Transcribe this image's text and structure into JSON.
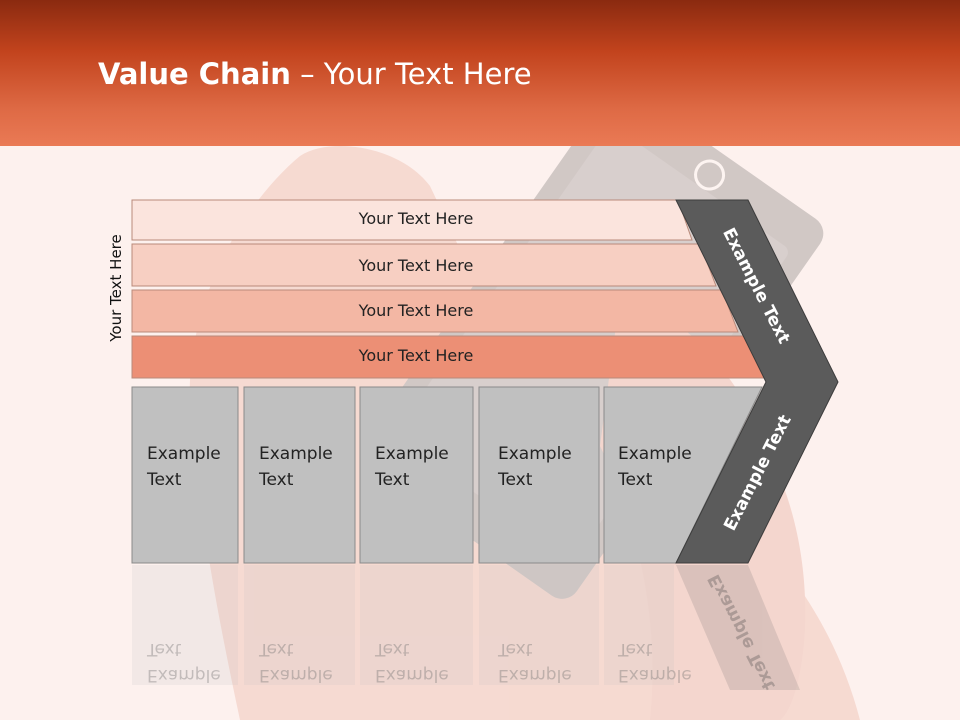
{
  "slide": {
    "title_bold": "Value Chain",
    "title_rest": " – Your Text Here",
    "side_label": "Your Text Here",
    "rows": [
      "Your Text Here",
      "Your Text Here",
      "Your Text Here",
      "Your Text Here"
    ],
    "boxes": [
      {
        "line1": "Example",
        "line2": "Text"
      },
      {
        "line1": "Example",
        "line2": "Text"
      },
      {
        "line1": "Example",
        "line2": "Text"
      },
      {
        "line1": "Example",
        "line2": "Text"
      },
      {
        "line1": "Example",
        "line2": "Text"
      }
    ],
    "chevron_top": "Example Text",
    "chevron_bottom": "Example Text"
  },
  "colors": {
    "header": "#c2431d",
    "row_fills": [
      "#fbe4dd",
      "#f7cfc2",
      "#f3b7a4",
      "#ec8f75"
    ],
    "box_fill": "#c0c0c0",
    "chevron_fill": "#5b5b5b"
  }
}
